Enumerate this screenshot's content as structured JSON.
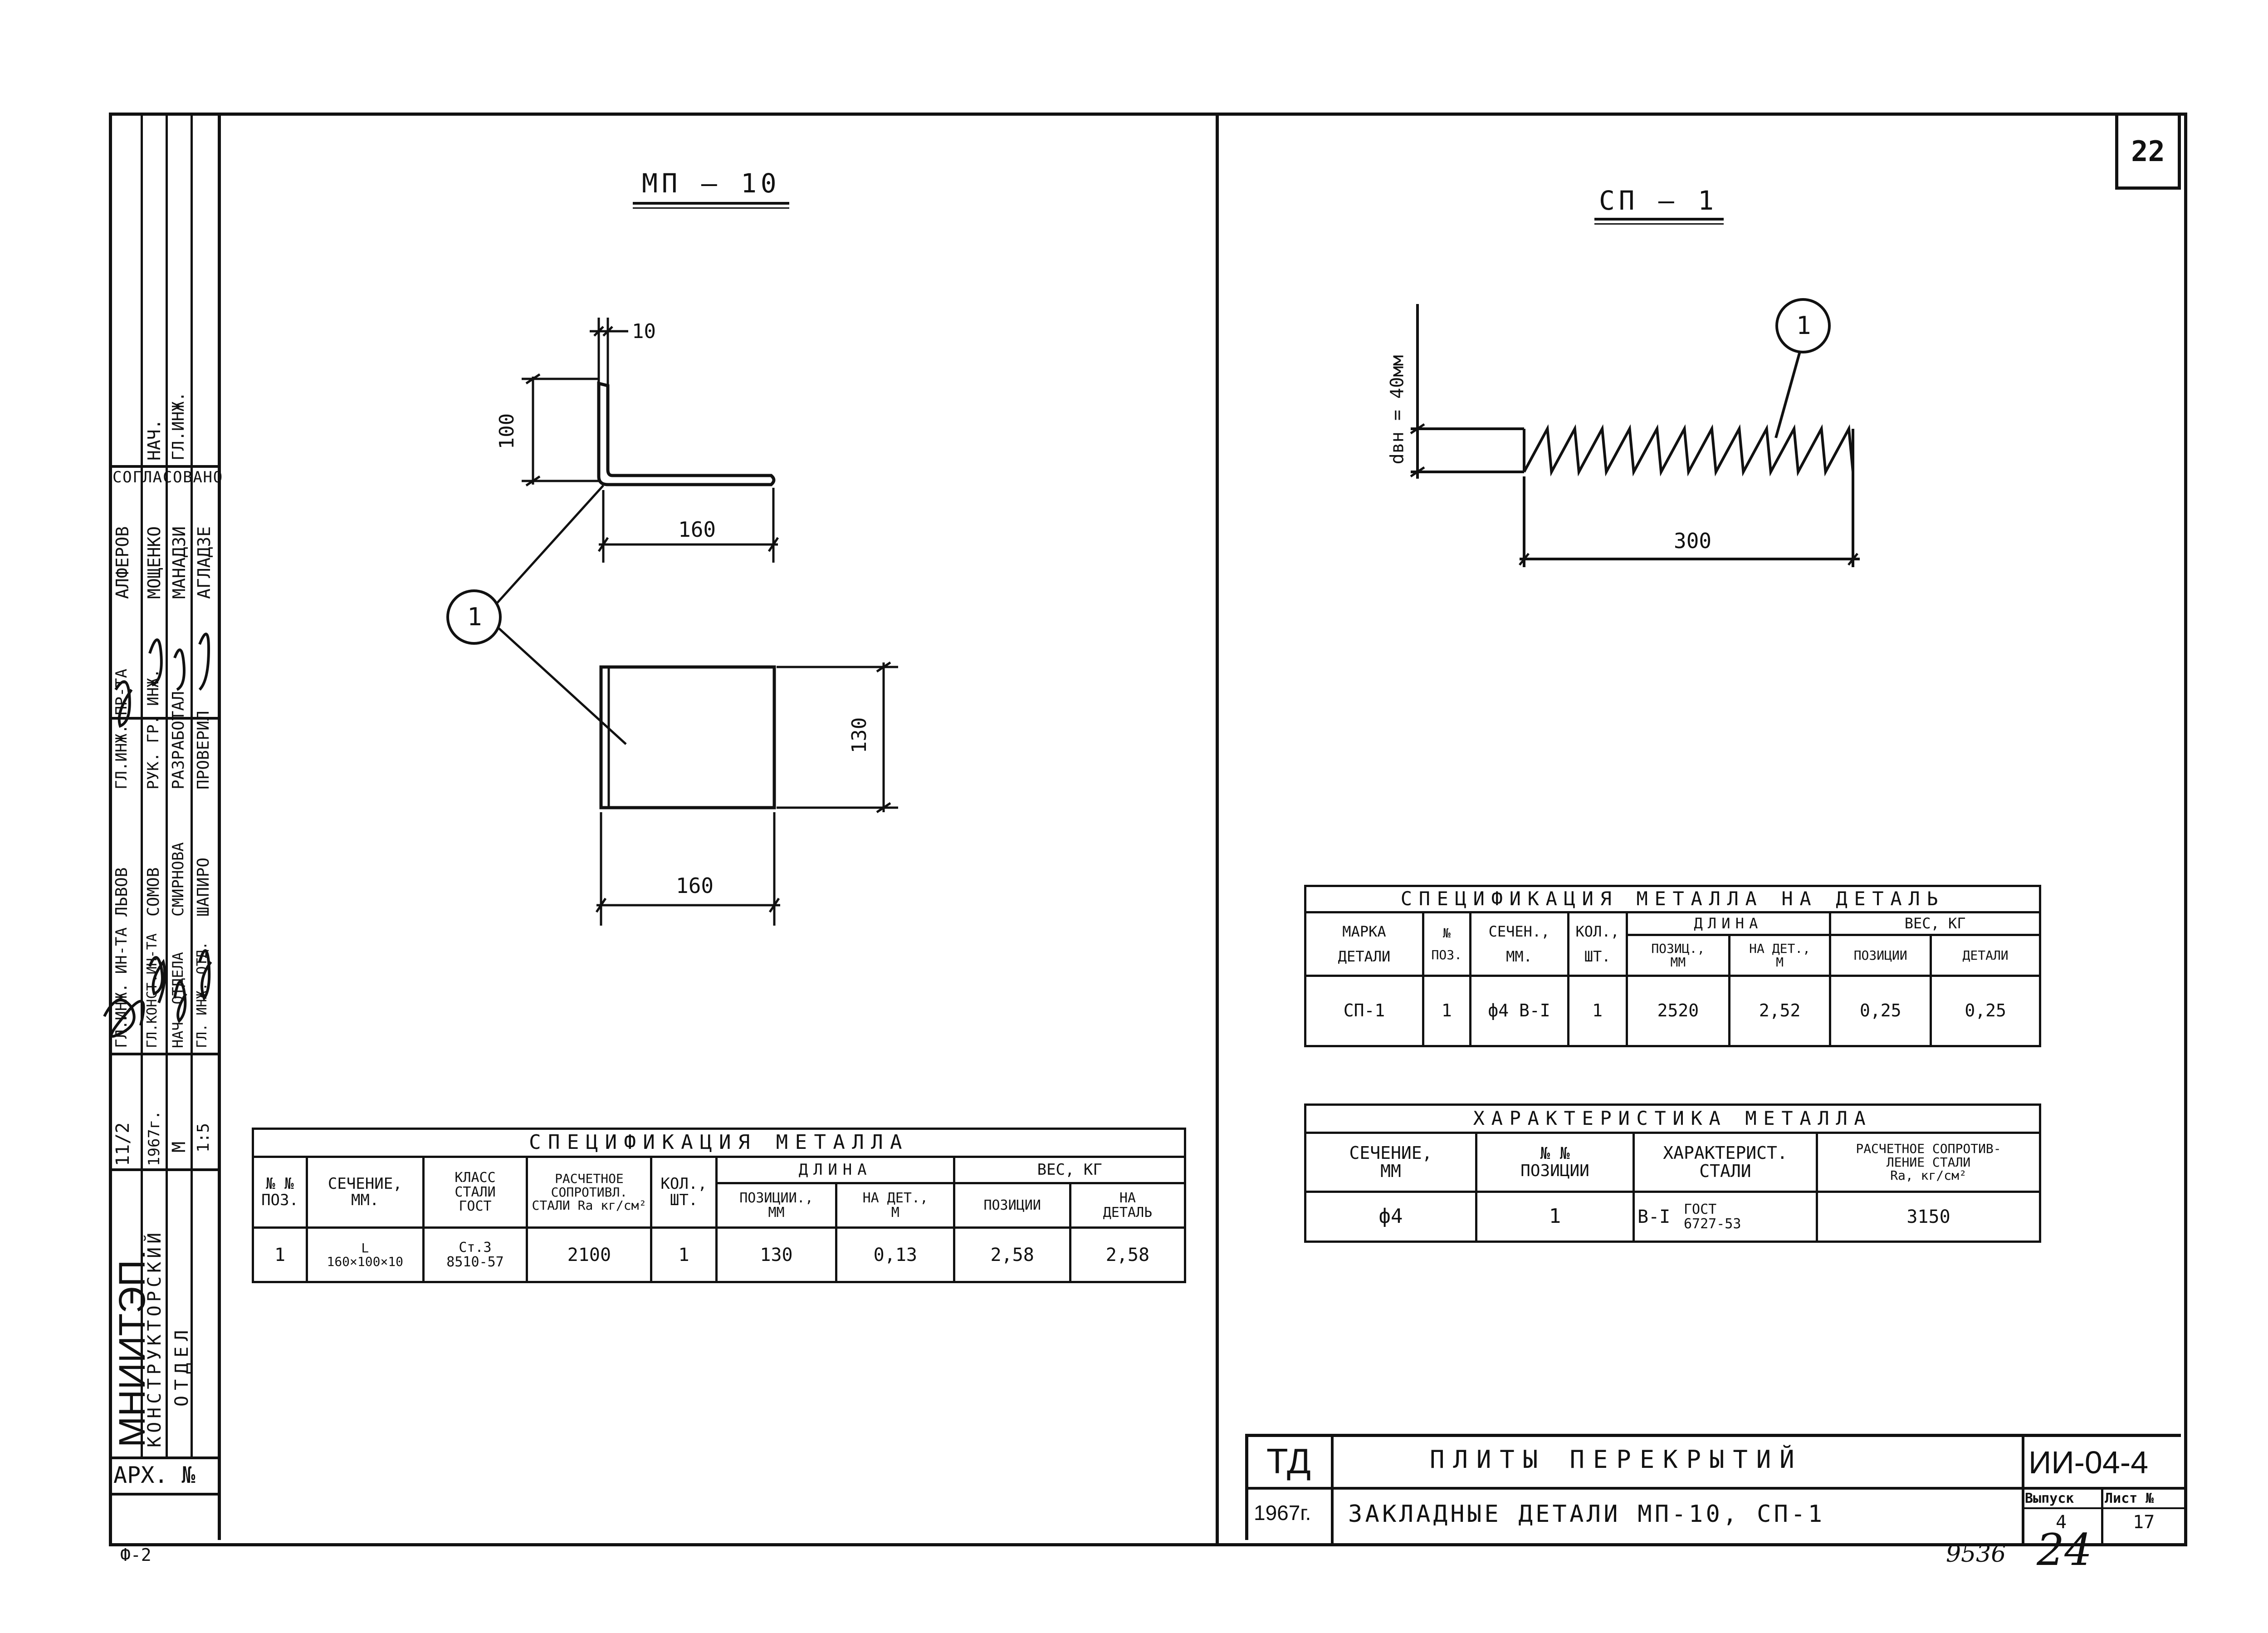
{
  "sheet_number": "22",
  "drawing_left": {
    "title": "МП — 10",
    "dims": {
      "thickness": "10",
      "leg_height": "100",
      "leg_width": "160",
      "plate_height": "130",
      "plate_width": "160"
    },
    "callout": "1"
  },
  "drawing_right": {
    "title": "СП — 1",
    "dims": {
      "diameter": "dвн = 40мм",
      "length": "300"
    },
    "callout": "1"
  },
  "spec_left": {
    "title": "СПЕЦИФИКАЦИЯ МЕТАЛЛА",
    "headers": {
      "pos": "№ №\nПОЗ.",
      "section": "СЕЧЕНИЕ,\nММ.",
      "steel": "КЛАСС\nСТАЛИ\nГОСТ",
      "resist": "РАСЧЕТНОЕ\nСОПРОТИВЛ.\nСТАЛИ Rа кг/см²",
      "qty": "КОЛ.,\nШТ.",
      "length": "ДЛИНА",
      "len_pos": "ПОЗИЦИИ.,\nММ",
      "len_det": "НА ДЕТ.,\nМ",
      "weight": "ВЕС, КГ",
      "w_pos": "ПОЗИЦИИ",
      "w_det": "НА\nДЕТАЛЬ"
    },
    "rows": [
      {
        "pos": "1",
        "section": "L\n160×100×10",
        "steel": "Ст.3\n8510-57",
        "resist": "2100",
        "qty": "1",
        "len_pos": "130",
        "len_det": "0,13",
        "w_pos": "2,58",
        "w_det": "2,58"
      }
    ]
  },
  "spec_right": {
    "title": "СПЕЦИФИКАЦИЯ МЕТАЛЛА НА ДЕТАЛЬ",
    "headers": {
      "mark": "МАРКА\nДЕТАЛИ",
      "pos": "№\nПОЗ.",
      "section": "СЕЧЕН.,\nММ.",
      "qty": "КОЛ.,\nШТ.",
      "length": "ДЛИНА",
      "len_pos": "ПОЗИЦ.,\nММ",
      "len_det": "НА ДЕТ.,\nМ",
      "weight": "ВЕС, КГ",
      "w_pos": "ПОЗИЦИИ",
      "w_det": "ДЕТАЛИ"
    },
    "rows": [
      {
        "mark": "СП-1",
        "pos": "1",
        "section": "ф4 В-I",
        "qty": "1",
        "len_pos": "2520",
        "len_det": "2,52",
        "w_pos": "0,25",
        "w_det": "0,25"
      }
    ]
  },
  "char_table": {
    "title": "ХАРАКТЕРИСТИКА МЕТАЛЛА",
    "headers": {
      "section": "СЕЧЕНИЕ,\nММ",
      "pos": "№ №\nПОЗИЦИИ",
      "char": "ХАРАКТЕРИСТ.\nСТАЛИ",
      "resist": "РАСЧЕТНОЕ СОПРОТИВ-\nЛЕНИЕ СТАЛИ\nRа, кг/см²"
    },
    "rows": [
      {
        "section": "ф4",
        "pos": "1",
        "char_a": "В-I",
        "char_b": "ГОСТ\n6727-53",
        "resist": "3150"
      }
    ]
  },
  "title_block": {
    "org": "ТД",
    "year": "1967г.",
    "title1": "ПЛИТЫ ПЕРЕКРЫТИЙ",
    "title2": "ЗАКЛАДНЫЕ ДЕТАЛИ МП-10, СП-1",
    "code": "ИИ-04-4",
    "issue_label": "Выпуск",
    "issue": "4",
    "sheet_label": "Лист №",
    "sheet": "17"
  },
  "stamp": {
    "institute": "МНИИТЭП.",
    "department": "КОНСТРУКТОРСКИЙ\nОТДЕЛ",
    "arch_label": "АРХ. №",
    "code_a": "11/2",
    "code_b": "1967г.",
    "scale_label": "М",
    "scale": "1:5",
    "agreed": "СОГЛАСОВАНО",
    "nach": "НАЧ.",
    "gl_inzh": "ГЛ.ИНЖ.",
    "col1_roles": [
      "ГЛ.ИНЖ. ИН-ТА",
      "ГЛ.КОНСТ.ИН-ТА",
      "НАЧ. ОТДЕЛА",
      "ГЛ. ИНЖ. ОТД."
    ],
    "col1_names": [
      "ЛЬВОВ",
      "СОМОВ",
      "СМИРНОВА",
      "ШАПИРО"
    ],
    "col2_roles": [
      "ГЛ.ИНЖ. ПР-ТА",
      "РУК. ГР. ИНЖ.",
      "РАЗРАБОТАЛ",
      "ПРОВЕРИЛ"
    ],
    "col2_names": [
      "АЛФЕРОВ",
      "МОЩЕНКО",
      "МАНАДЗИ",
      "АГЛАДЗЕ"
    ]
  },
  "footer": {
    "form": "Ф-2",
    "number": "9536",
    "page": "24"
  }
}
